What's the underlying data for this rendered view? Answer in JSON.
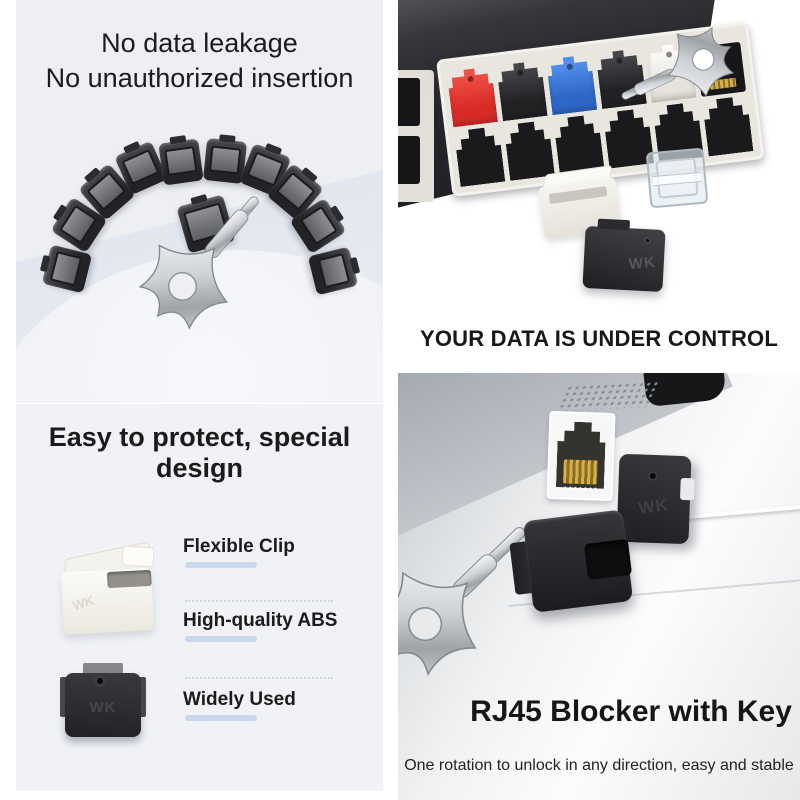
{
  "brand_mark": "WK",
  "colors": {
    "left_panel_bg": "#edeff3",
    "heading_text": "#1b1b1b",
    "feature_underline": "#c9d8ea",
    "blocker_red": "#d92b26",
    "blocker_blue": "#2f67c8",
    "blocker_black": "#232327",
    "blocker_white": "#f3f1ec",
    "key_silver": "#c6c9cd"
  },
  "top_left": {
    "heading_line1": "No data leakage",
    "heading_line2": "No unauthorized insertion"
  },
  "top_right": {
    "caption": "YOUR DATA IS UNDER CONTROL",
    "switch_port_blocker_styles": [
      "background:linear-gradient(180deg,#ef5147 10%,#d92b26 70%)",
      "background:linear-gradient(180deg,#46464a 10%,#222225 70%)",
      "background:linear-gradient(180deg,#5290ee 10%,#2f67c8 70%)",
      "background:linear-gradient(180deg,#46464a 10%,#222225 70%)",
      "background:linear-gradient(180deg,#fcfbf8 10%,#e6e3dc 70%)"
    ]
  },
  "bottom_left": {
    "heading": "Easy to protect, special design",
    "features": [
      {
        "label": "Flexible Clip"
      },
      {
        "label": "High-quality ABS"
      },
      {
        "label": "Widely Used"
      }
    ]
  },
  "bottom_right": {
    "caption": "RJ45 Blocker with Key",
    "subcaption": "One rotation to unlock in any direction, easy and stable"
  }
}
